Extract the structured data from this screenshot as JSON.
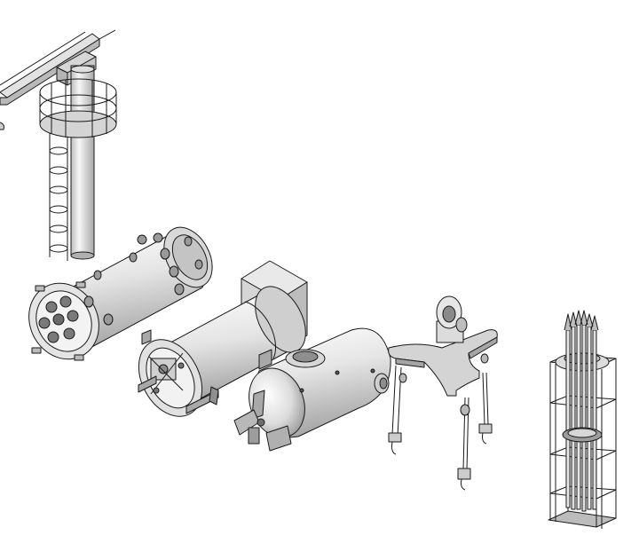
{
  "colors": {
    "background": "#ffffff",
    "stroke": "#1a1a1a",
    "light": "#eeeeee",
    "mid": "#cfcfcf",
    "dark": "#9a9a9a",
    "shadow": "#6e6e6e"
  },
  "components": [
    {
      "id": "crane-column",
      "icon": "gantry-crane-with-ladder"
    },
    {
      "id": "flanged-vessel",
      "icon": "horizontal-cylinder-with-nozzles"
    },
    {
      "id": "boxed-drum",
      "icon": "drum-on-skid-with-hopper"
    },
    {
      "id": "agitated-tank",
      "icon": "tank-with-agitator-blades"
    },
    {
      "id": "lifting-yoke",
      "icon": "spreader-beam-with-hooks"
    },
    {
      "id": "fuel-rack",
      "icon": "caged-rod-bundle"
    }
  ]
}
